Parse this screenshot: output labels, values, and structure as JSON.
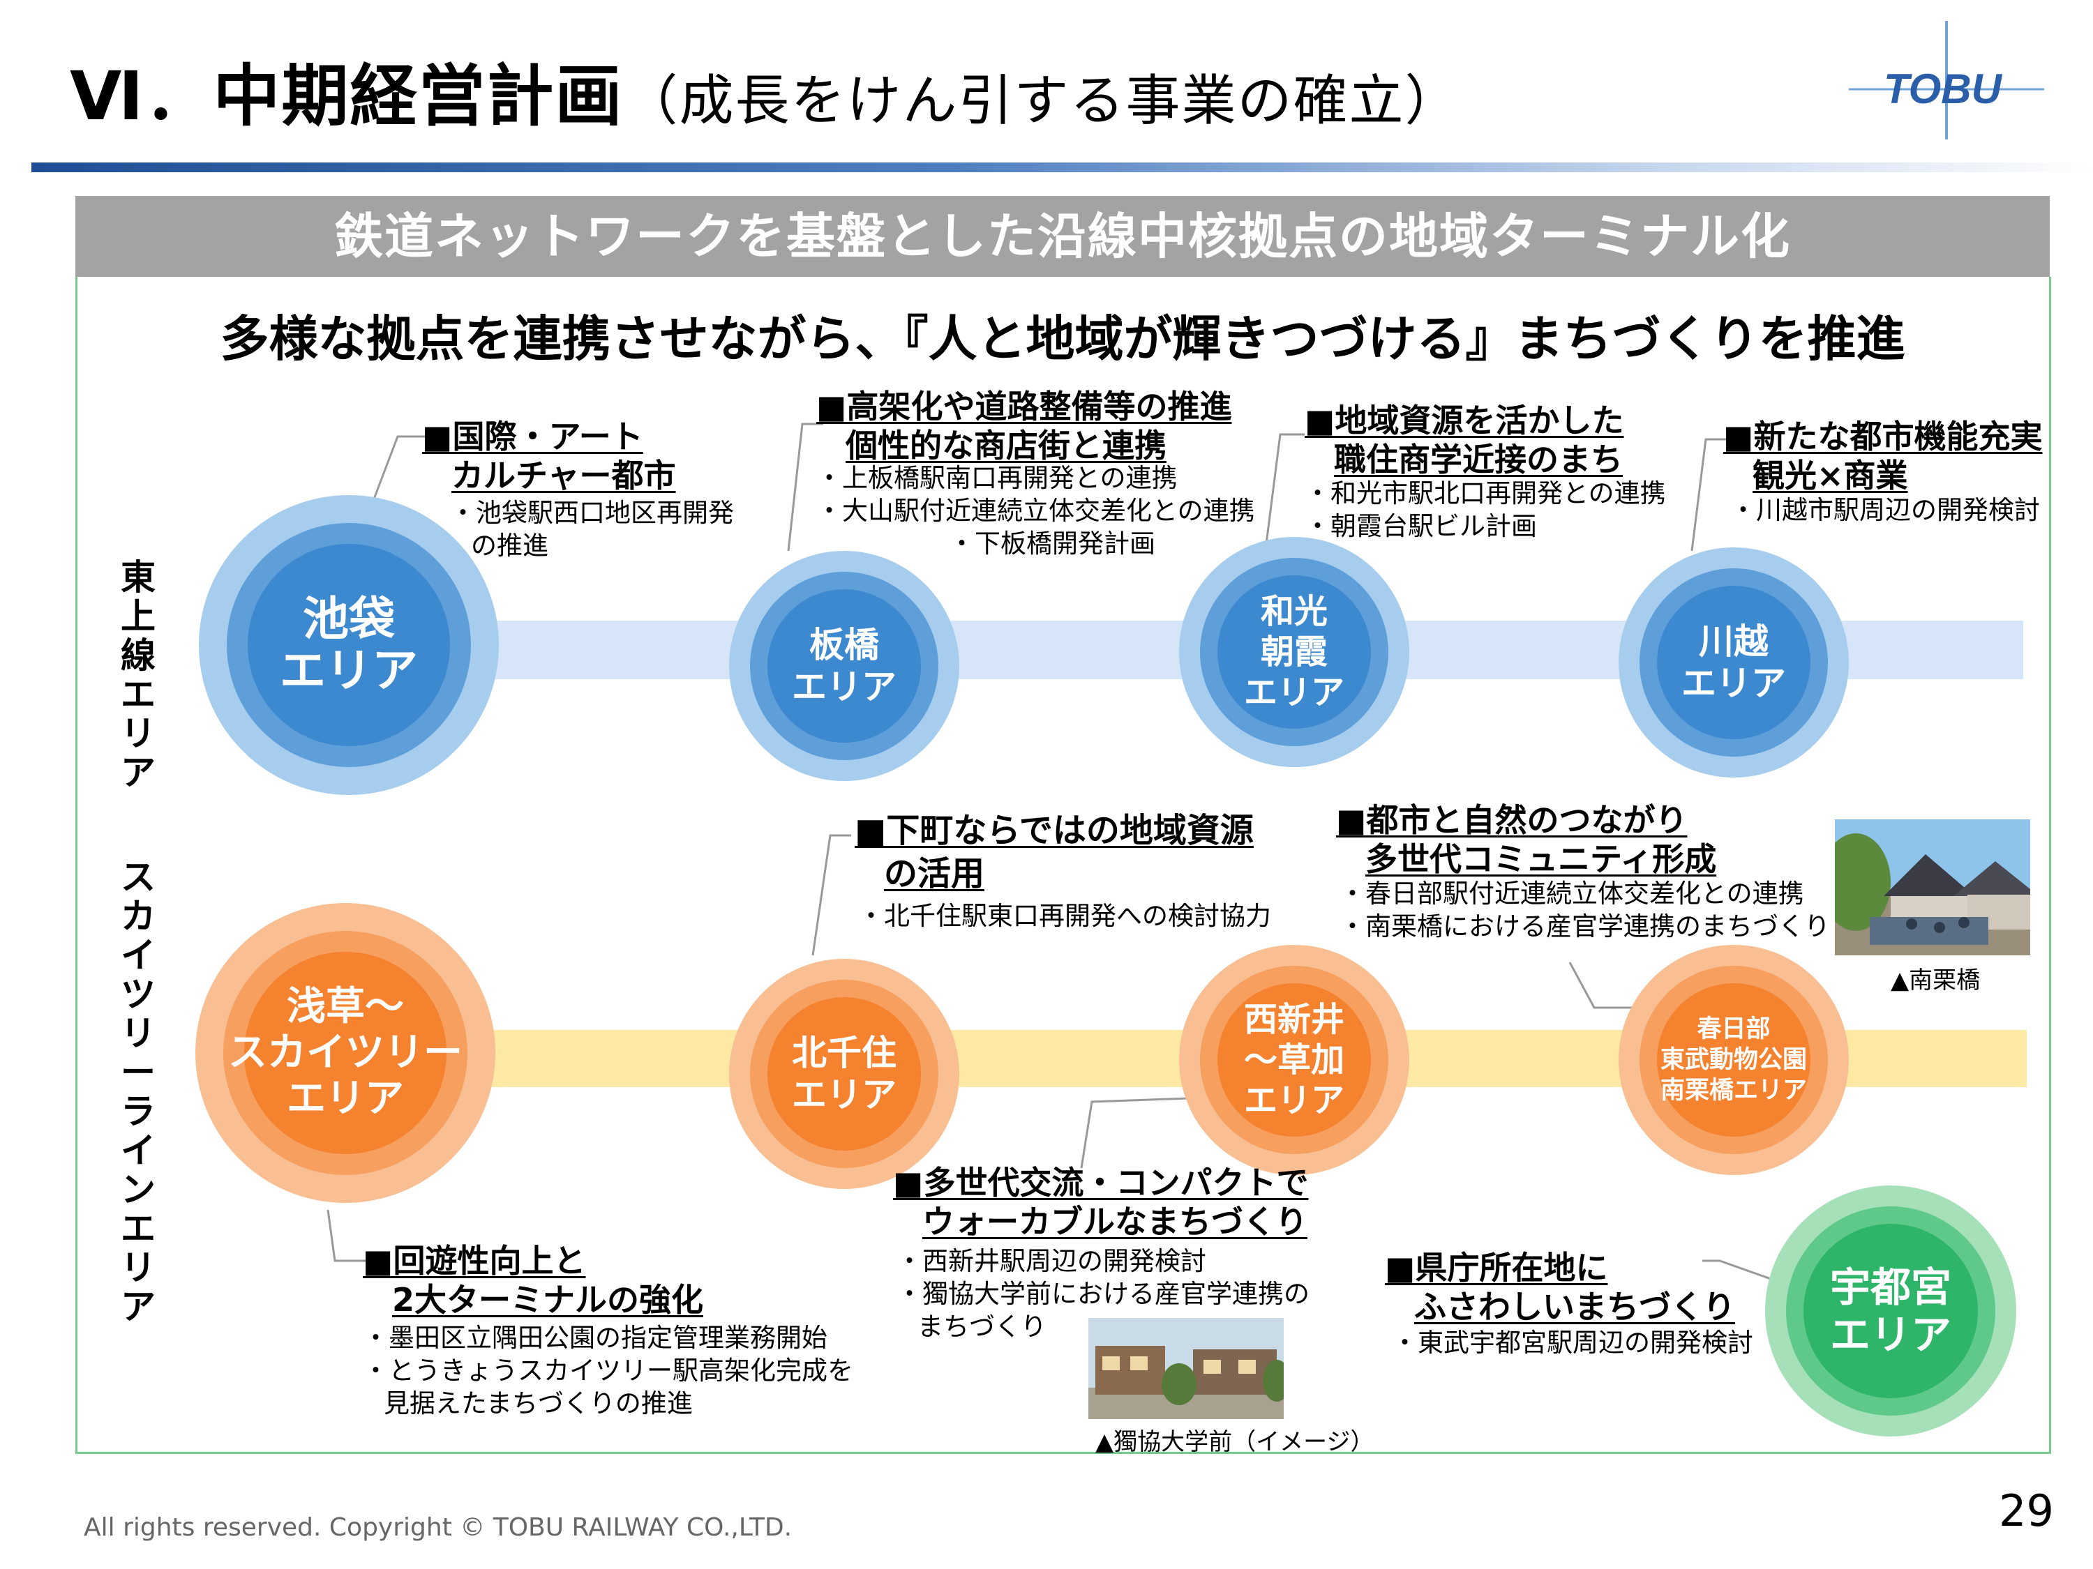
{
  "header": {
    "title_main": "Ⅵ．中期経営計画",
    "title_sub": "（成長をけん引する事業の確立）",
    "logo_text": "TOBU"
  },
  "banner": {
    "text": "鉄道ネットワークを基盤とした沿線中核拠点の地域ターミナル化"
  },
  "headline": {
    "text": "多様な拠点を連携させながら、『人と地域が輝きつづける』まちづくりを推進"
  },
  "lanes": {
    "tojo": "東上線エリア",
    "skytree": "スカイツリーラインエリア"
  },
  "colors": {
    "blue": "#3d89d0",
    "orange": "#f5822f",
    "green": "#2fb56a",
    "banner": "#a3a3a3",
    "frame": "#77c98e"
  },
  "areas": {
    "ikebukuro": [
      "池袋",
      "エリア"
    ],
    "itabashi": [
      "板橋",
      "エリア"
    ],
    "wako": [
      "和光",
      "朝霞",
      "エリア"
    ],
    "kawagoe": [
      "川越",
      "エリア"
    ],
    "asakusa": [
      "浅草～",
      "スカイツリー",
      "エリア"
    ],
    "kitasenju": [
      "北千住",
      "エリア"
    ],
    "nishiarai": [
      "西新井",
      "～草加",
      "エリア"
    ],
    "kasukabe": [
      "春日部",
      "東武動物公園",
      "南栗橋エリア"
    ],
    "utsunomiya": [
      "宇都宮",
      "エリア"
    ]
  },
  "callouts": {
    "ikebukuro": {
      "heading": [
        "■国際・アート",
        "カルチャー都市"
      ],
      "bullets": [
        "・池袋駅西口地区再開発",
        "の推進"
      ]
    },
    "itabashi": {
      "heading": [
        "■高架化や道路整備等の推進",
        "個性的な商店街と連携"
      ],
      "bullets": [
        "・上板橋駅南口再開発との連携",
        "・大山駅付近連続立体交差化との連携",
        "・下板橋開発計画"
      ]
    },
    "wako": {
      "heading": [
        "■地域資源を活かした",
        "職住商学近接のまち"
      ],
      "bullets": [
        "・和光市駅北口再開発との連携",
        "・朝霞台駅ビル計画"
      ]
    },
    "kawagoe": {
      "heading": [
        "■新たな都市機能充実",
        "観光×商業"
      ],
      "bullets": [
        "・川越市駅周辺の開発検討"
      ]
    },
    "kitasenju": {
      "heading": [
        "■下町ならではの地域資源",
        "の活用"
      ],
      "bullets": [
        "・北千住駅東口再開発への検討協力"
      ]
    },
    "kasukabe": {
      "heading": [
        "■都市と自然のつながり",
        "多世代コミュニティ形成"
      ],
      "bullets": [
        "・春日部駅付近連続立体交差化との連携",
        "・南栗橋における産官学連携のまちづくり"
      ]
    },
    "asakusa": {
      "heading": [
        "■回遊性向上と",
        "2大ターミナルの強化"
      ],
      "bullets": [
        "・墨田区立隅田公園の指定管理業務開始",
        "・とうきょうスカイツリー駅高架化完成を",
        "見据えたまちづくりの推進"
      ]
    },
    "nishiarai": {
      "heading": [
        "■多世代交流・コンパクトで",
        "ウォーカブルなまちづくり"
      ],
      "bullets": [
        "・西新井駅周辺の開発検討",
        "・獨協大学前における産官学連携の",
        "まちづくり"
      ]
    },
    "utsunomiya": {
      "heading": [
        "■県庁所在地に",
        "ふさわしいまちづくり"
      ],
      "bullets": [
        "・東武宇都宮駅周辺の開発検討"
      ]
    }
  },
  "captions": {
    "minamikurihashi": "▲南栗橋",
    "dokkyo": "▲獨協大学前（イメージ）"
  },
  "footer": {
    "copyright": "All rights reserved. Copyright © TOBU RAILWAY CO.,LTD.",
    "page_number": "29"
  }
}
